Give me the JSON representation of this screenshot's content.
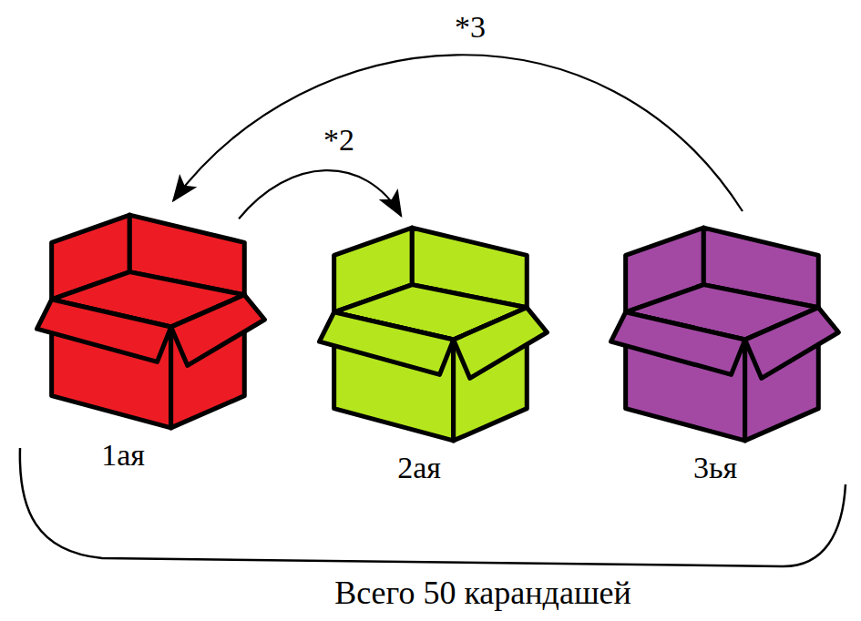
{
  "diagram": {
    "nodes": [
      {
        "text": [
          "1ая"
        ]
      },
      {
        "text": [
          "2ая"
        ]
      },
      {
        "text": [
          "3ья"
        ]
      }
    ],
    "edges": [
      {
        "from": 0,
        "to": 1,
        "arrow": "to",
        "label": "*2"
      },
      {
        "from": 2,
        "to": 0,
        "arrow": "to",
        "label": "*3"
      }
    ],
    "labels": [
      "Всего 50 карандашей"
    ]
  }
}
